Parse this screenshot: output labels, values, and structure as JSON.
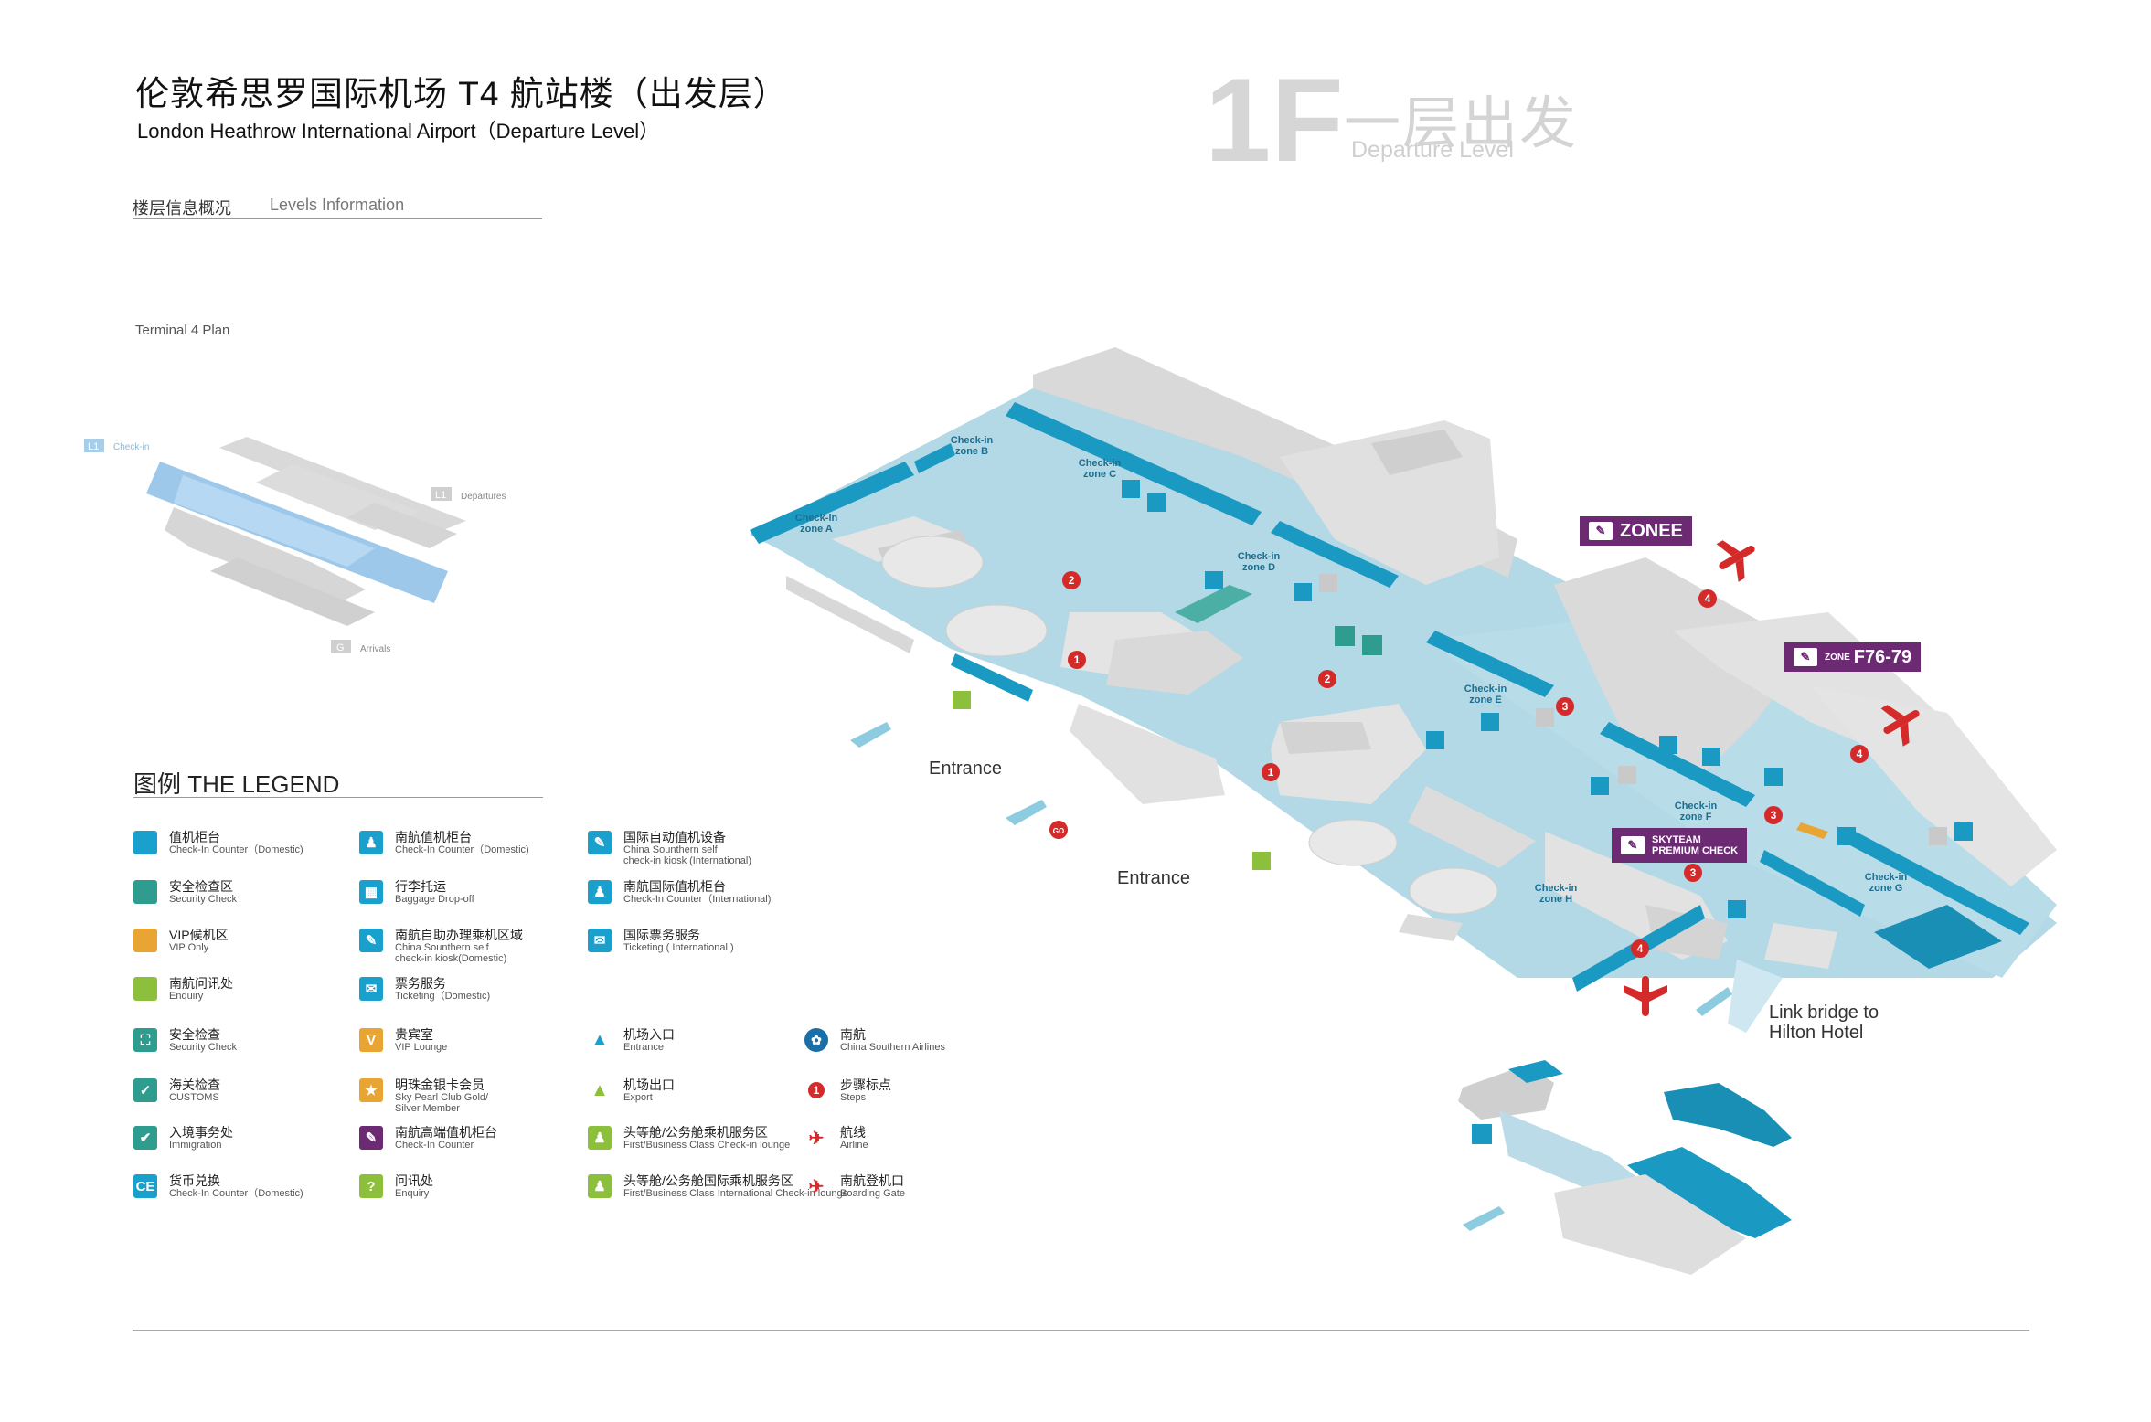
{
  "header": {
    "title_zh": "伦敦希思罗国际机场 T4 航站楼（出发层）",
    "title_en": "London Heathrow International Airport（Departure Level）",
    "floor_number": "1F",
    "floor_name_zh": "一层出发",
    "floor_name_en": "Departure Level"
  },
  "levels": {
    "label_zh": "楼层信息概况",
    "label_en": "Levels Information",
    "plan_title": "Terminal 4 Plan",
    "items": [
      {
        "badge": "L1",
        "label": "Check-in"
      },
      {
        "badge": "L1",
        "label": "Departures"
      },
      {
        "badge": "G",
        "label": "Arrivals"
      }
    ]
  },
  "legend": {
    "title": "图例  THE LEGEND",
    "items": [
      {
        "zh": "值机柜台",
        "en": "Check-In Counter（Domestic)",
        "icon": "checkin-counter-swatch",
        "color": "#1aa0cc"
      },
      {
        "zh": "安全检查区",
        "en": "Security Check",
        "icon": "security-area-swatch",
        "color": "#2e9c8e"
      },
      {
        "zh": "VIP候机区",
        "en": "VIP Only",
        "icon": "vip-area-swatch",
        "color": "#e8a534"
      },
      {
        "zh": "南航问讯处",
        "en": "Enquiry",
        "icon": "enquiry-area-swatch",
        "color": "#8cbf3c"
      },
      {
        "zh": "安全检查",
        "en": "Security Check",
        "icon": "security-gate-icon",
        "color": "#2e9c8e"
      },
      {
        "zh": "海关检查",
        "en": "CUSTOMS",
        "icon": "customs-icon",
        "color": "#2e9c8e"
      },
      {
        "zh": "入境事务处",
        "en": "Immigration",
        "icon": "immigration-icon",
        "color": "#2e9c8e"
      },
      {
        "zh": "货币兑换",
        "en": "Check-In Counter（Domestic)",
        "icon": "currency-exchange-icon",
        "color": "#1aa0cc"
      },
      {
        "zh": "南航值机柜台",
        "en": "Check-In Counter（Domestic)",
        "icon": "cs-checkin-icon",
        "color": "#1aa0cc"
      },
      {
        "zh": "行李托运",
        "en": "Baggage Drop-off",
        "icon": "baggage-drop-icon",
        "color": "#1aa0cc"
      },
      {
        "zh": "南航自助办理乘机区域",
        "en": "China Sounthern self",
        "en2": "check-in kiosk(Domestic)",
        "icon": "self-checkin-kiosk-icon",
        "color": "#1aa0cc"
      },
      {
        "zh": "票务服务",
        "en": "Ticketing（Domestic)",
        "icon": "ticketing-icon",
        "color": "#1aa0cc"
      },
      {
        "zh": "贵宾室",
        "en": "VIP Lounge",
        "icon": "vip-lounge-icon",
        "color": "#e8a534"
      },
      {
        "zh": "明珠金银卡会员",
        "en": "Sky Pearl Club Gold/",
        "en2": "Silver Member",
        "icon": "sky-pearl-icon",
        "color": "#e8a534"
      },
      {
        "zh": "南航高端值机柜台",
        "en": "Check-In Counter",
        "icon": "premium-checkin-icon",
        "color": "#6c2a73"
      },
      {
        "zh": "问讯处",
        "en": "Enquiry",
        "icon": "enquiry-icon",
        "color": "#8cbf3c"
      },
      {
        "zh": "国际自动值机设备",
        "en": "China Sounthern self",
        "en2": "check-in kiosk (International)",
        "icon": "intl-kiosk-icon",
        "color": "#1aa0cc"
      },
      {
        "zh": "南航国际值机柜台",
        "en": "Check-In Counter（International)",
        "icon": "intl-checkin-icon",
        "color": "#1aa0cc"
      },
      {
        "zh": "国际票务服务",
        "en": "Ticketing ( International )",
        "icon": "intl-ticketing-icon",
        "color": "#1aa0cc"
      },
      {
        "zh": "机场入口",
        "en": "Entrance",
        "icon": "entrance-icon",
        "color": "#1aa0cc"
      },
      {
        "zh": "机场出口",
        "en": "Export",
        "icon": "exit-icon",
        "color": "#8cbf3c"
      },
      {
        "zh": "头等舱/公务舱乘机服务区",
        "en": "First/Business Class Check-in lounge",
        "icon": "first-class-lounge-icon",
        "color": "#8cbf3c"
      },
      {
        "zh": "头等舱/公务舱国际乘机服务区",
        "en": "First/Business Class International Check-in lounge",
        "icon": "first-class-intl-lounge-icon",
        "color": "#8cbf3c"
      },
      {
        "zh": "南航",
        "en": "China Southern Airlines",
        "icon": "china-southern-logo-icon",
        "color": "#1a6fa8"
      },
      {
        "zh": "步骤标点",
        "en": "Steps",
        "icon": "step-marker-icon",
        "color": "#d42a2a"
      },
      {
        "zh": "航线",
        "en": "Airline",
        "icon": "airline-plane-icon",
        "color": "#d42a2a"
      },
      {
        "zh": "南航登机口",
        "en": "Boarding Gate",
        "icon": "boarding-gate-icon",
        "color": "#d42a2a"
      }
    ]
  },
  "map": {
    "zones": [
      {
        "line1": "Check-in",
        "line2": "zone A"
      },
      {
        "line1": "Check-in",
        "line2": "zone B"
      },
      {
        "line1": "Check-in",
        "line2": "zone C"
      },
      {
        "line1": "Check-in",
        "line2": "zone D"
      },
      {
        "line1": "Check-in",
        "line2": "zone E"
      },
      {
        "line1": "Check-in",
        "line2": "zone F"
      },
      {
        "line1": "Check-in",
        "line2": "zone G"
      },
      {
        "line1": "Check-in",
        "line2": "zone H"
      }
    ],
    "banners": {
      "zonee": "ZONEE",
      "zonef_small": "ZONE",
      "zonef_big": "F76-79",
      "skyteam_1": "SKYTEAM",
      "skyteam_2": "PREMIUM CHECK"
    },
    "entrance_1": "Entrance",
    "entrance_2": "Entrance",
    "link_bridge_1": "Link bridge to",
    "link_bridge_2": "Hilton Hotel",
    "steps": [
      "1",
      "1",
      "2",
      "2",
      "3",
      "3",
      "3",
      "4",
      "4",
      "4"
    ],
    "go_marker": "GO"
  }
}
